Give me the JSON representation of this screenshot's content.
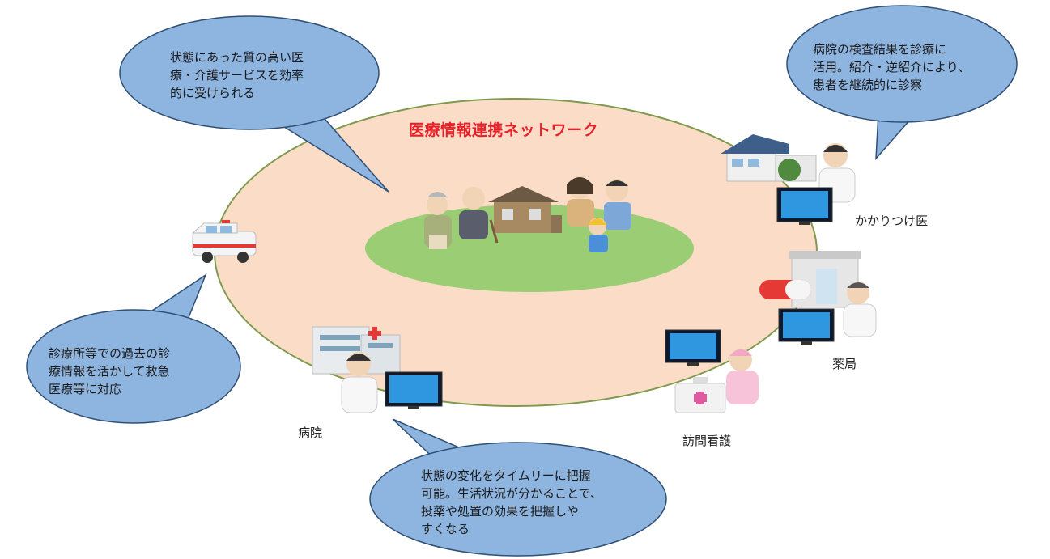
{
  "network_title": "医療情報連携ネットワーク",
  "bubbles": [
    {
      "text": "状態にあった質の高い医\n療・介護サービスを効率\n的に受けられる"
    },
    {
      "text": "病院の検査結果を診療に\n活用。紹介・逆紹介により、\n患者を継続的に診察"
    },
    {
      "text": "診療所等での過去の診\n療情報を活かして救急\n医療等に対応"
    },
    {
      "text": "状態の変化をタイムリーに把握\n可能。生活状況が分かることで、\n投薬や処置の効果を把握しや\nすくなる"
    }
  ],
  "places": {
    "clinic": "かかりつけ医",
    "pharmacy": "薬局",
    "hospital": "病院",
    "home_nursing": "訪問看護"
  },
  "colors": {
    "outer_ellipse_fill": "#fbdcc7",
    "outer_ellipse_stroke": "#7f9a4c",
    "inner_ellipse_fill": "#9acd74",
    "bubble_fill": "#8eb4e0",
    "bubble_stroke": "#2f4f74",
    "title": "#e8202a"
  }
}
